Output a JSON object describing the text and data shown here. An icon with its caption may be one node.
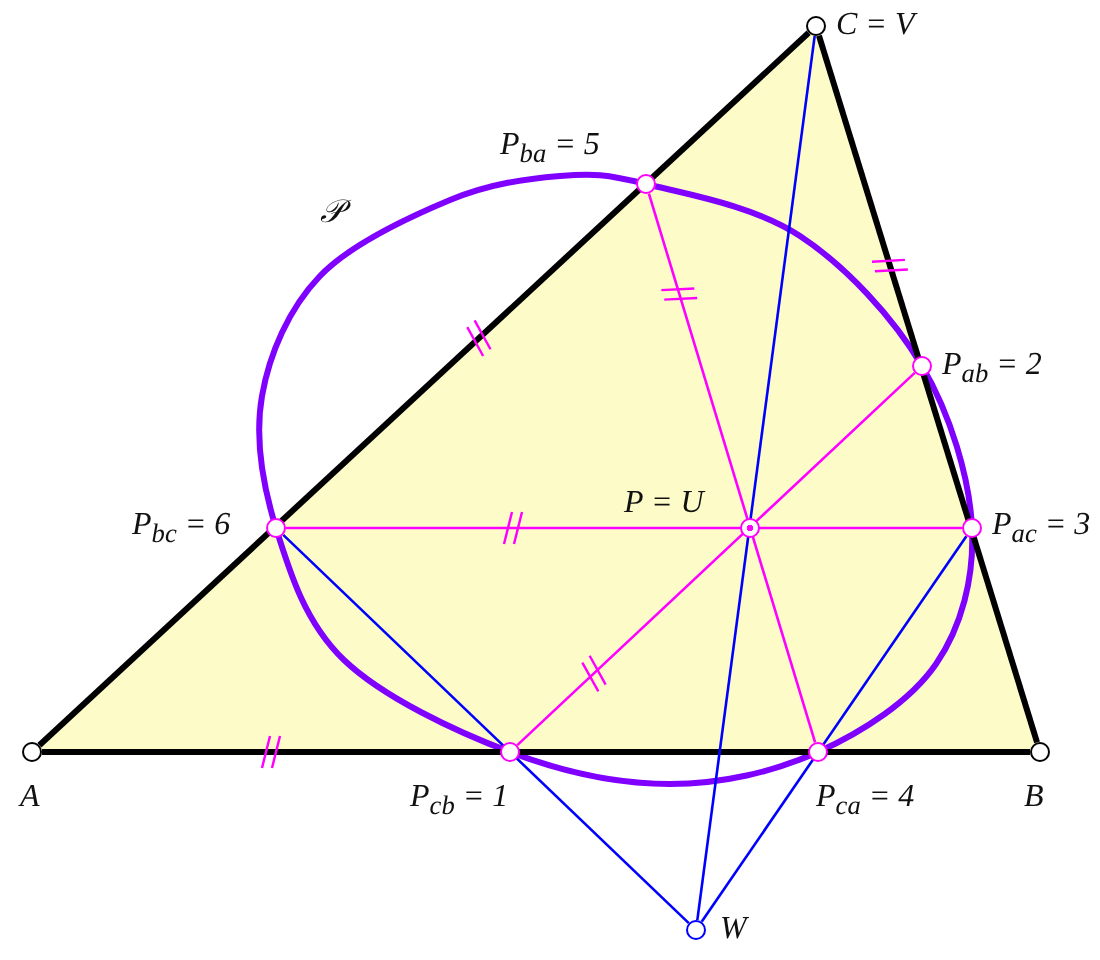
{
  "diagram": {
    "nodes": [
      {
        "text": [
          "A"
        ]
      },
      {
        "text": [
          "B"
        ]
      },
      {
        "text": [
          "C = V"
        ]
      },
      {
        "text": [
          "P$_{ba}$ = 5"
        ]
      },
      {
        "text": [
          "P$_{ab}$ = 2"
        ]
      },
      {
        "text": [
          "P$_{bc}$ = 6"
        ]
      },
      {
        "text": [
          "P = U"
        ]
      },
      {
        "text": [
          "P$_{ac}$ = 3"
        ]
      },
      {
        "text": [
          "P$_{cb}$ = 1"
        ]
      },
      {
        "text": [
          "P$_{ca}$ = 4"
        ]
      },
      {
        "text": [
          "W"
        ]
      }
    ],
    "edges": [
      {
        "from": 0,
        "to": 1,
        "arrow": "none",
        "style": "thick",
        "color": "#000000"
      },
      {
        "from": 0,
        "to": 2,
        "arrow": "none",
        "style": "thick",
        "color": "#000000"
      },
      {
        "from": 2,
        "to": 1,
        "arrow": "none",
        "style": "thick",
        "color": "#000000"
      },
      {
        "from": 5,
        "to": 7,
        "arrow": "none",
        "color": "#ff00ff"
      },
      {
        "from": 3,
        "to": 9,
        "arrow": "none",
        "color": "#ff00ff"
      },
      {
        "from": 4,
        "to": 8,
        "arrow": "none",
        "color": "#ff00ff"
      },
      {
        "from": 2,
        "to": 10,
        "arrow": "none",
        "color": "#0000ff"
      },
      {
        "from": 5,
        "to": 10,
        "arrow": "none",
        "color": "#0000ff"
      },
      {
        "from": 7,
        "to": 10,
        "arrow": "none",
        "color": "#0000ff"
      }
    ],
    "labels": [
      "𝒫"
    ]
  }
}
